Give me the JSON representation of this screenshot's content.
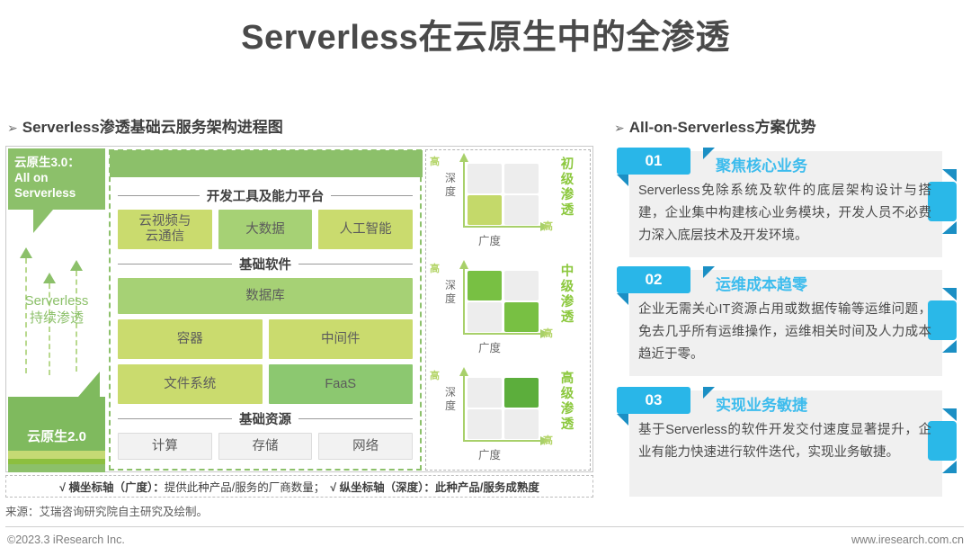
{
  "title": "Serverless在云原生中的全渗透",
  "sections": {
    "left_heading": "Serverless渗透基础云服务架构进程图",
    "right_heading": "All-on-Serverless方案优势",
    "caret": "➢"
  },
  "rail": {
    "top_label": "云原生3.0：\nAll on\nServerless",
    "mid_label": "Serverless\n持续渗透",
    "bottom_label": "云原生2.0"
  },
  "stack": {
    "groups": [
      {
        "title": "开发工具及能力平台",
        "rows": [
          [
            {
              "label": "云视频与\n云通信",
              "tone": "lime"
            },
            {
              "label": "大数据",
              "tone": "green"
            },
            {
              "label": "人工智能",
              "tone": "lime"
            }
          ]
        ]
      },
      {
        "title": "基础软件",
        "rows": [
          [
            {
              "label": "数据库",
              "tone": "green"
            }
          ],
          [
            {
              "label": "容器",
              "tone": "lime"
            },
            {
              "label": "中间件",
              "tone": "lime"
            }
          ],
          [
            {
              "label": "文件系统",
              "tone": "lime"
            },
            {
              "label": "FaaS",
              "tone": "green2"
            }
          ]
        ]
      },
      {
        "title": "基础资源",
        "rows": [
          [
            {
              "label": "计算",
              "tone": "plain"
            },
            {
              "label": "存储",
              "tone": "plain"
            },
            {
              "label": "网络",
              "tone": "plain"
            }
          ]
        ]
      }
    ]
  },
  "chart_data": [
    {
      "type": "heatmap",
      "title": "初级渗透",
      "xlabel": "广度",
      "ylabel": "深度",
      "x_high_label": "高",
      "y_high_label": "高",
      "grid_size": [
        2,
        2
      ],
      "cells": {
        "top_left": "empty",
        "top_right": "empty",
        "bottom_left": "lime",
        "bottom_right": "empty"
      },
      "values": [
        [
          0,
          0
        ],
        [
          1,
          0
        ]
      ]
    },
    {
      "type": "heatmap",
      "title": "中级渗透",
      "xlabel": "广度",
      "ylabel": "深度",
      "x_high_label": "高",
      "y_high_label": "高",
      "grid_size": [
        2,
        2
      ],
      "cells": {
        "top_left": "green",
        "top_right": "empty",
        "bottom_left": "empty",
        "bottom_right": "green"
      },
      "values": [
        [
          1,
          0
        ],
        [
          0,
          1
        ]
      ]
    },
    {
      "type": "heatmap",
      "title": "高级渗透",
      "xlabel": "广度",
      "ylabel": "深度",
      "x_high_label": "高",
      "y_high_label": "高",
      "grid_size": [
        2,
        2
      ],
      "cells": {
        "top_left": "empty",
        "top_right": "dgreen",
        "bottom_left": "empty",
        "bottom_right": "empty"
      },
      "values": [
        [
          0,
          1
        ],
        [
          0,
          0
        ]
      ]
    }
  ],
  "notes": {
    "axis_note_a": "√ 横坐标轴（广度）：",
    "axis_note_a_tail": "提供此种产品/服务的厂商数量；",
    "axis_note_b": "√ 纵坐标轴（深度）：",
    "axis_note_b_tail": "此种产品/服务成熟度",
    "source": "来源：艾瑞咨询研究院自主研究及绘制。"
  },
  "cards": [
    {
      "number": "01",
      "title": "聚焦核心业务",
      "body": "Serverless免除系统及软件的底层架构设计与搭建，企业集中构建核心业务模块，开发人员不必费力深入底层技术及开发环境。"
    },
    {
      "number": "02",
      "title": "运维成本趋零",
      "body": "企业无需关心IT资源占用或数据传输等运维问题，免去几乎所有运维操作，运维相关时间及人力成本趋近于零。"
    },
    {
      "number": "03",
      "title": "实现业务敏捷",
      "body": "基于Serverless的软件开发交付速度显著提升，企业有能力快速进行软件迭代，实现业务敏捷。"
    }
  ],
  "footer": {
    "copyright": "©2023.3 iResearch Inc.",
    "website": "www.iresearch.com.cn"
  },
  "colors": {
    "accent_green": "#8cc06a",
    "lime": "#cadb6e",
    "dark_green": "#5cae3c",
    "accent_cyan": "#2ab8e8",
    "cyan_dark": "#1b8fc4"
  }
}
